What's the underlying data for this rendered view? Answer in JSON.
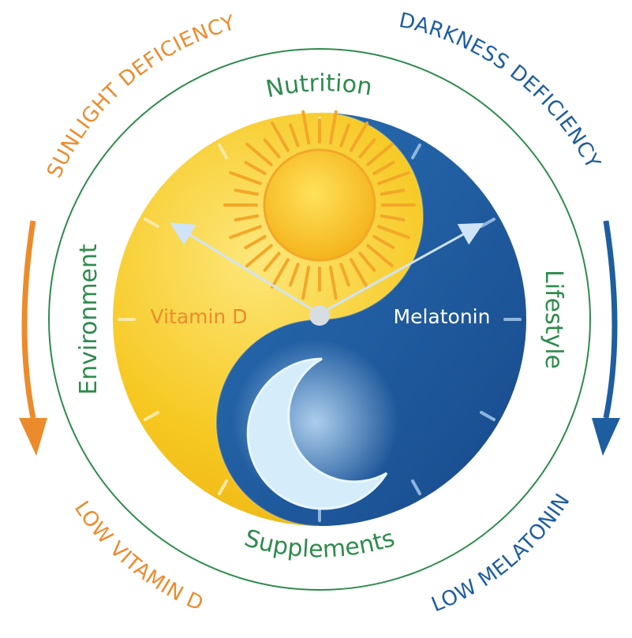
{
  "outer_labels": {
    "top_left": "SUNLIGHT DEFICIENCY",
    "top_right": "DARKNESS DEFICIENCY",
    "bottom_left": "LOW VITAMIN D",
    "bottom_right": "LOW MELATONIN"
  },
  "ring_labels": {
    "top": "Nutrition",
    "left": "Environment",
    "right": "Lifestyle",
    "bottom": "Supplements"
  },
  "center_labels": {
    "left": "Vitamin D",
    "right": "Melatonin"
  },
  "colors": {
    "orange": "#ec8b2b",
    "blue": "#1e5da0",
    "green": "#2e8b4d",
    "yellow": "#f5c31c",
    "navy": "#1b4f91"
  },
  "icons": [
    "sun-icon",
    "moon-icon",
    "clock-hand",
    "down-arrow-icon"
  ]
}
